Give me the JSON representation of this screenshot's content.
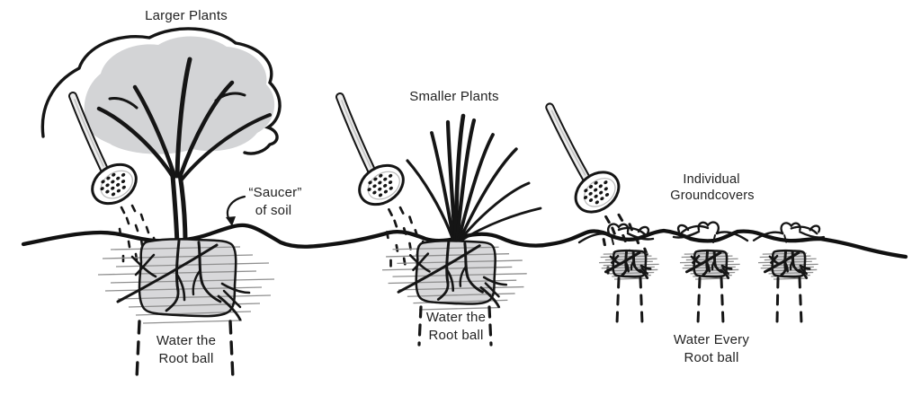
{
  "figure": {
    "title": "Watering root balls diagram",
    "background": "#ffffff",
    "ink_color": "#151515",
    "canopy_fill": "#d3d4d6",
    "rootball_fill": "#d8d8da",
    "hatch_color": "#8f8f8f",
    "wand_fill": "#ececec"
  },
  "sections": {
    "larger_plants": {
      "label": "Larger Plants",
      "caption_line1": "Water the",
      "caption_line2": "Root ball"
    },
    "smaller_plants": {
      "label": "Smaller Plants",
      "caption_line1": "Water the",
      "caption_line2": "Root ball"
    },
    "groundcovers": {
      "label_line1": "Individual",
      "label_line2": "Groundcovers",
      "caption_line1": "Water Every",
      "caption_line2": "Root ball"
    }
  },
  "annotations": {
    "saucer_line1": "“Saucer”",
    "saucer_line2": "of soil"
  }
}
